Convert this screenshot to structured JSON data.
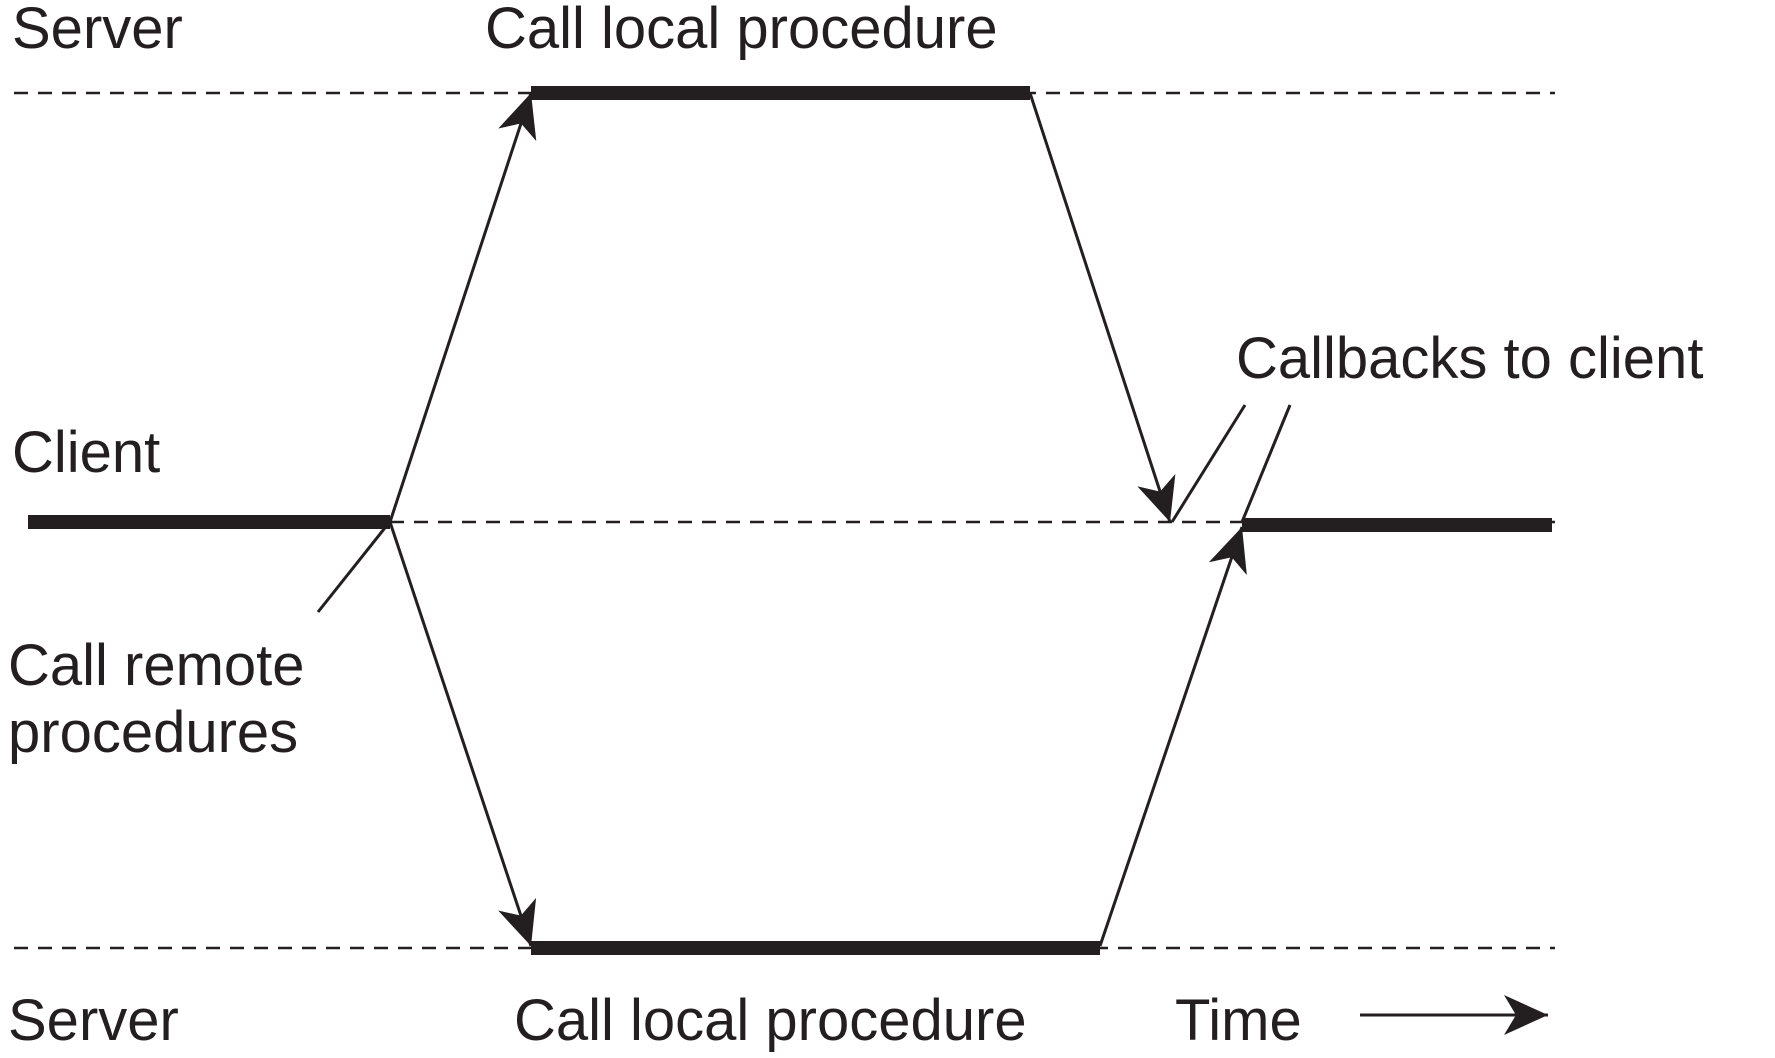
{
  "diagram": {
    "labels": {
      "server_top": "Server",
      "call_local_top": "Call local procedure",
      "callbacks": "Callbacks to client",
      "client": "Client",
      "call_remote_line1": "Call remote",
      "call_remote_line2": "procedures",
      "server_bottom": "Server",
      "call_local_bottom": "Call local procedure",
      "time": "Time"
    },
    "colors": {
      "ink": "#231f20",
      "background": "#ffffff"
    }
  }
}
